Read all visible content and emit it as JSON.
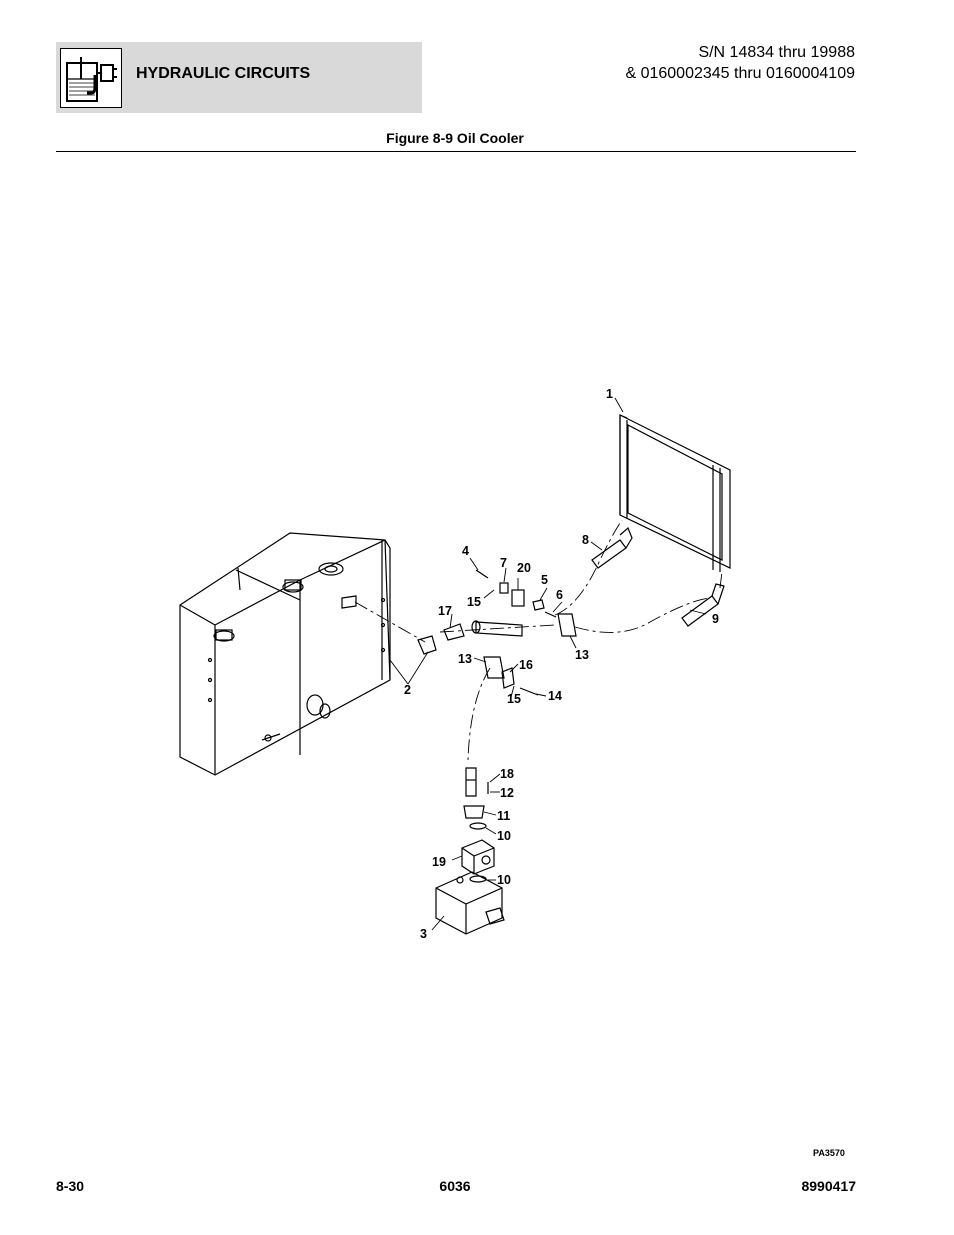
{
  "header": {
    "section_title": "HYDRAULIC CIRCUITS",
    "serial_line1": "S/N 14834 thru 19988",
    "serial_line2": "& 0160002345 thru 0160004109",
    "icon": "hydraulic-circuit-icon"
  },
  "figure": {
    "title": "Figure 8-9 Oil Cooler",
    "code": "PA3570",
    "callouts": {
      "c1": "1",
      "c2": "2",
      "c3": "3",
      "c4": "4",
      "c5": "5",
      "c6": "6",
      "c7": "7",
      "c8": "8",
      "c9": "9",
      "c10a": "10",
      "c10b": "10",
      "c11": "11",
      "c12": "12",
      "c13a": "13",
      "c13b": "13",
      "c14": "14",
      "c15a": "15",
      "c15b": "15",
      "c16": "16",
      "c17": "17",
      "c18": "18",
      "c19": "19",
      "c20": "20"
    }
  },
  "footer": {
    "page": "8-30",
    "model": "6036",
    "doc_number": "8990417"
  }
}
